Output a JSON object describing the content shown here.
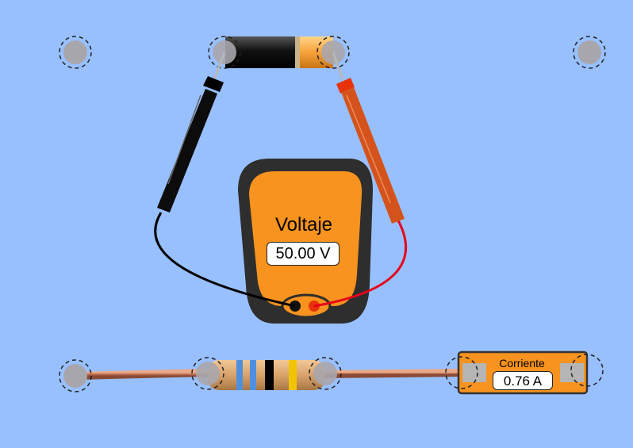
{
  "colors": {
    "background": "#98c0ff",
    "wire": "#c97a52",
    "meter_orange": "#f7931e",
    "meter_body": "#2b2b2b",
    "probe_black": "#000000",
    "probe_red": "#e8330a",
    "resistor_bands": [
      "#4f8fe0",
      "#4f8fe0",
      "#000000",
      "#f2c400"
    ]
  },
  "voltmeter": {
    "title": "Voltaje",
    "reading": "50.00 V"
  },
  "ammeter": {
    "title": "Corriente",
    "reading": "0.76 A"
  }
}
